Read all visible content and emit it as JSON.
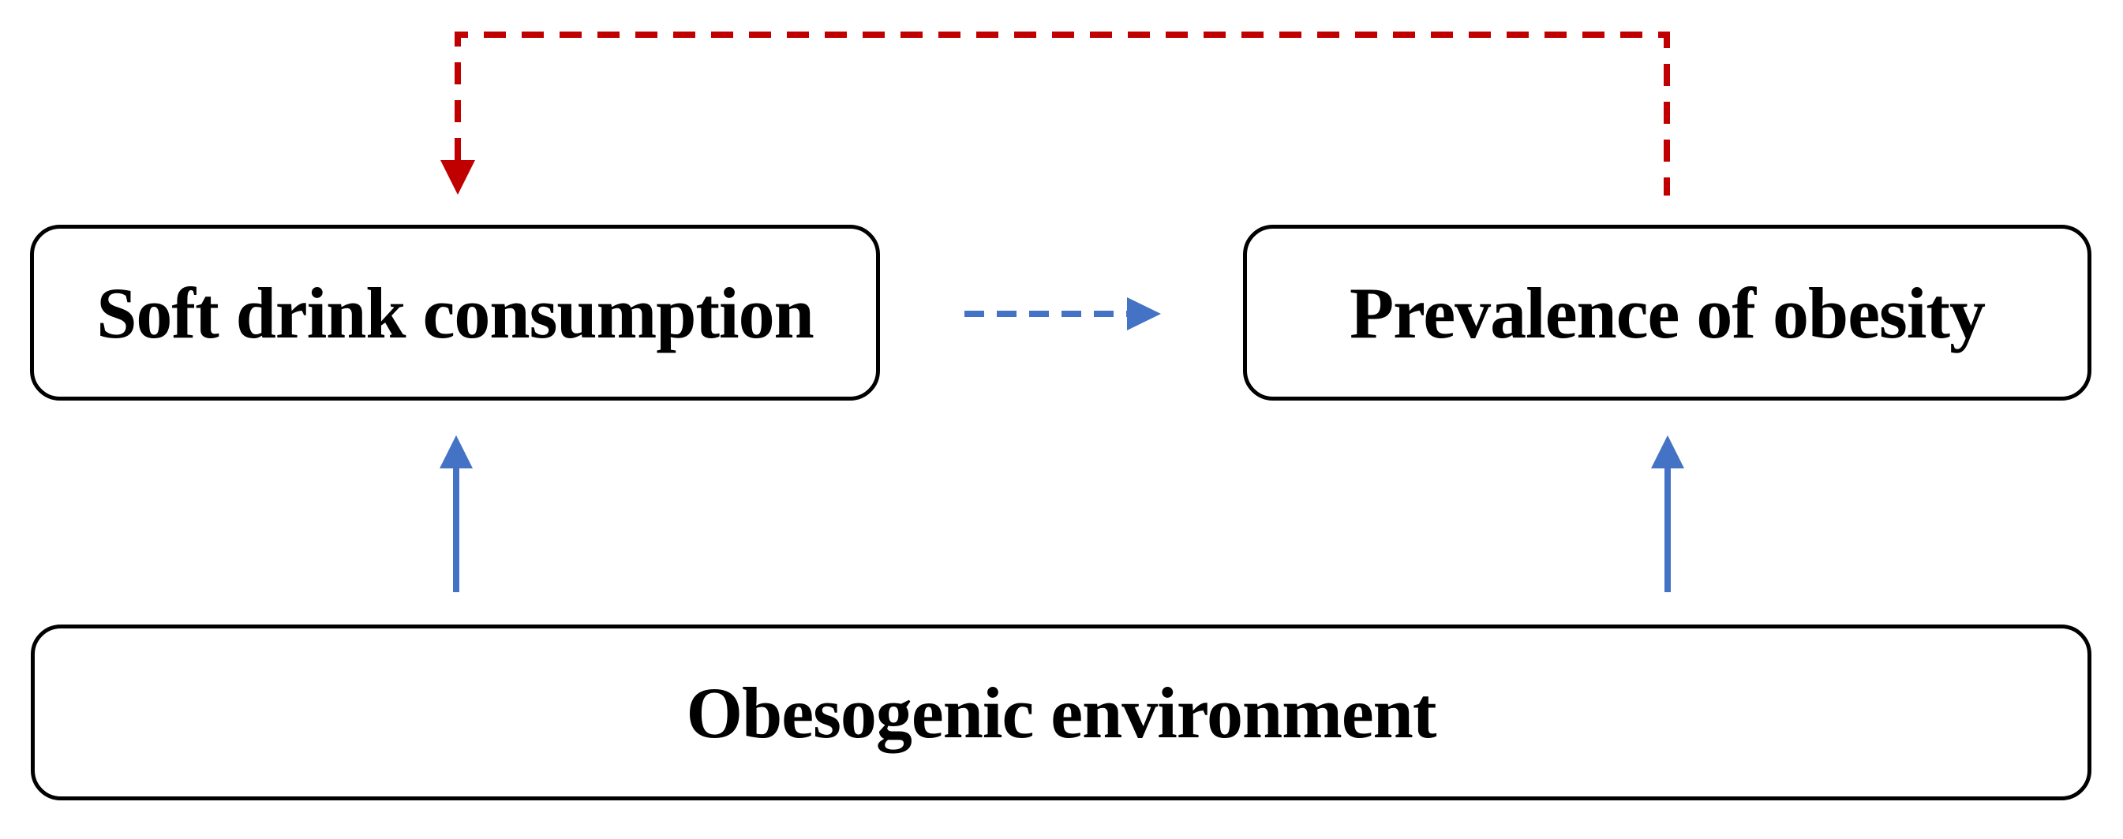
{
  "nodes": {
    "soft_drink_consumption": {
      "label": "Soft drink consumption"
    },
    "prevalence_of_obesity": {
      "label": "Prevalence of obesity"
    },
    "obesogenic_environment": {
      "label": "Obesogenic environment"
    }
  },
  "edges": [
    {
      "name": "obesity-feedback-to-consumption",
      "from": "prevalence_of_obesity",
      "to": "soft_drink_consumption",
      "line": "dashed",
      "color": "#c00000"
    },
    {
      "name": "consumption-to-obesity",
      "from": "soft_drink_consumption",
      "to": "prevalence_of_obesity",
      "line": "dashed",
      "color": "#4472c4"
    },
    {
      "name": "environment-to-consumption",
      "from": "obesogenic_environment",
      "to": "soft_drink_consumption",
      "line": "solid",
      "color": "#4472c4"
    },
    {
      "name": "environment-to-obesity",
      "from": "obesogenic_environment",
      "to": "prevalence_of_obesity",
      "line": "solid",
      "color": "#4472c4"
    }
  ],
  "colors": {
    "red_arrow": "#c00000",
    "blue_arrow": "#4472c4",
    "box_border": "#000000",
    "background": "#ffffff"
  }
}
